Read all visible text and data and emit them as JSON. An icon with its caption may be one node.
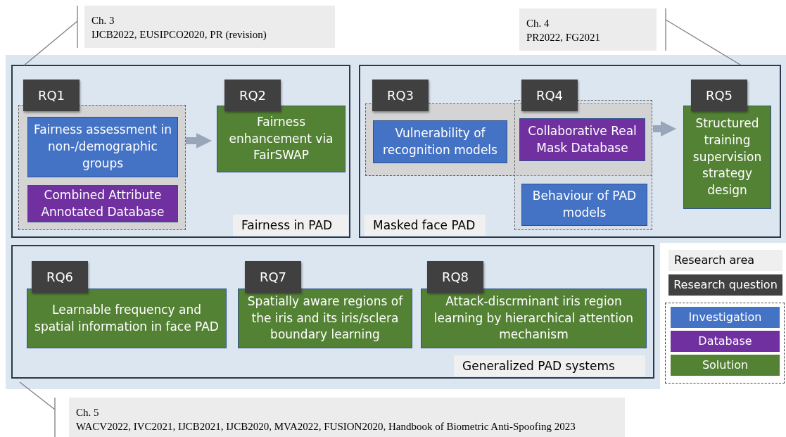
{
  "diagram": {
    "nodes": [
      {
        "text": [
          "Ch. 3",
          "IJCB2022, EUSIPCO2020, PR (revision)"
        ]
      },
      {
        "text": [
          "Ch. 4",
          "PR2022, FG2021"
        ]
      },
      {
        "text": [
          "Fairness in PAD"
        ]
      },
      {
        "text": [
          "RQ1"
        ],
        "in": 2
      },
      {
        "text": [
          "Fairness assessment in non-/demographic groups"
        ],
        "in": 3
      },
      {
        "text": [
          "Combined Attribute Annotated Database"
        ],
        "in": 3
      },
      {
        "text": [
          "RQ2",
          "Fairness enhancement via FairSWAP"
        ],
        "in": 2
      },
      {
        "text": [
          "Masked face PAD"
        ]
      },
      {
        "text": [
          "RQ3"
        ],
        "in": 7
      },
      {
        "text": [
          "Vulnerability of recognition models"
        ],
        "in": 8
      },
      {
        "text": [
          "RQ4"
        ],
        "in": 7
      },
      {
        "text": [
          "Collaborative Real Mask Database"
        ]
      },
      {
        "text": [
          "Behaviour of PAD models"
        ],
        "in": 10
      },
      {
        "text": [
          "RQ5",
          "Structured training supervision strategy design"
        ],
        "in": 7
      },
      {
        "text": [
          "Generalized PAD systems"
        ]
      },
      {
        "text": [
          "RQ6",
          "Learnable frequency and spatial information in face PAD"
        ],
        "in": 14
      },
      {
        "text": [
          "RQ7",
          "Spatially aware regions of the iris and its iris/sclera boundary learning"
        ],
        "in": 14
      },
      {
        "text": [
          "RQ8",
          "Attack-discrminant iris region learning by hierarchical attention mechanism"
        ],
        "in": 14
      },
      {
        "text": [
          "Ch. 5",
          "WACV2022, IVC2021, IJCB2021, IJCB2020, MVA2022, FUSION2020, Handbook of Biometric Anti-Spoofing 2023"
        ]
      }
    ],
    "edges": [
      {
        "from": 0,
        "to": 2,
        "arrow": "none"
      },
      {
        "from": 1,
        "to": 7,
        "arrow": "none"
      },
      {
        "from": 3,
        "to": 6,
        "arrow": "to",
        "style": "thick"
      },
      {
        "from": 10,
        "to": 13,
        "arrow": "to",
        "style": "thick"
      },
      {
        "from": 18,
        "to": 14,
        "arrow": "none"
      }
    ],
    "legend": [
      {
        "text": "Research area",
        "color": "#efefef"
      },
      {
        "text": "Research question",
        "color": "#404040"
      },
      {
        "text": "Investigation",
        "color": "#4472c4"
      },
      {
        "text": "Database",
        "color": "#7030a0"
      },
      {
        "text": "Solution",
        "color": "#548235"
      }
    ]
  }
}
